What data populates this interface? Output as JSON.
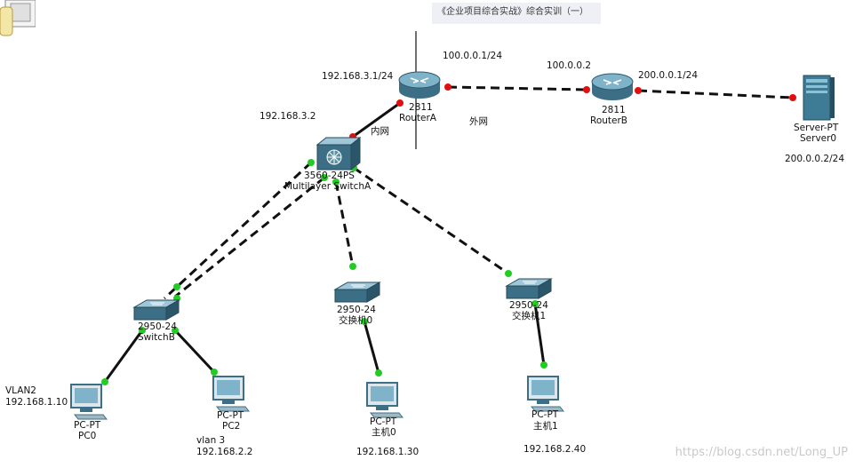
{
  "title": "《企业项目综合实战》综合实训（一）",
  "watermark": "https://blog.csdn.net/Long_UP",
  "routerA": {
    "model": "2811",
    "name": "RouterA",
    "ip_lan": "192.168.3.1/24",
    "ip_wan": "100.0.0.1/24",
    "lan_note": "内网"
  },
  "routerB": {
    "model": "2811",
    "name": "RouterB",
    "ip_left": "100.0.0.2",
    "ip_right": "200.0.0.1/24"
  },
  "wan_note": "外网",
  "server": {
    "model": "Server-PT",
    "name": "Server0",
    "ip": "200.0.0.2/24"
  },
  "switchA": {
    "model": "3560-24PS",
    "name": "Multilayer SwitchA",
    "ip": "192.168.3.2"
  },
  "switchB": {
    "model": "2950-24",
    "name": "SwitchB"
  },
  "switch0": {
    "model": "2950-24",
    "name": "交换机0"
  },
  "switch1": {
    "model": "2950-24",
    "name": "交换机1"
  },
  "pc0": {
    "model": "PC-PT",
    "name": "PC0",
    "vlan": "VLAN2",
    "ip": "192.168.1.10"
  },
  "pc2": {
    "model": "PC-PT",
    "name": "PC2",
    "vlan": "vlan 3",
    "ip": "192.168.2.2"
  },
  "host0": {
    "model": "PC-PT",
    "name": "主机0",
    "ip": "192.168.1.30"
  },
  "host1": {
    "model": "PC-PT",
    "name": "主机1",
    "ip": "192.168.2.40"
  },
  "colors": {
    "port_up": "#22cc22",
    "port_down": "#e01010",
    "link": "#111111"
  }
}
